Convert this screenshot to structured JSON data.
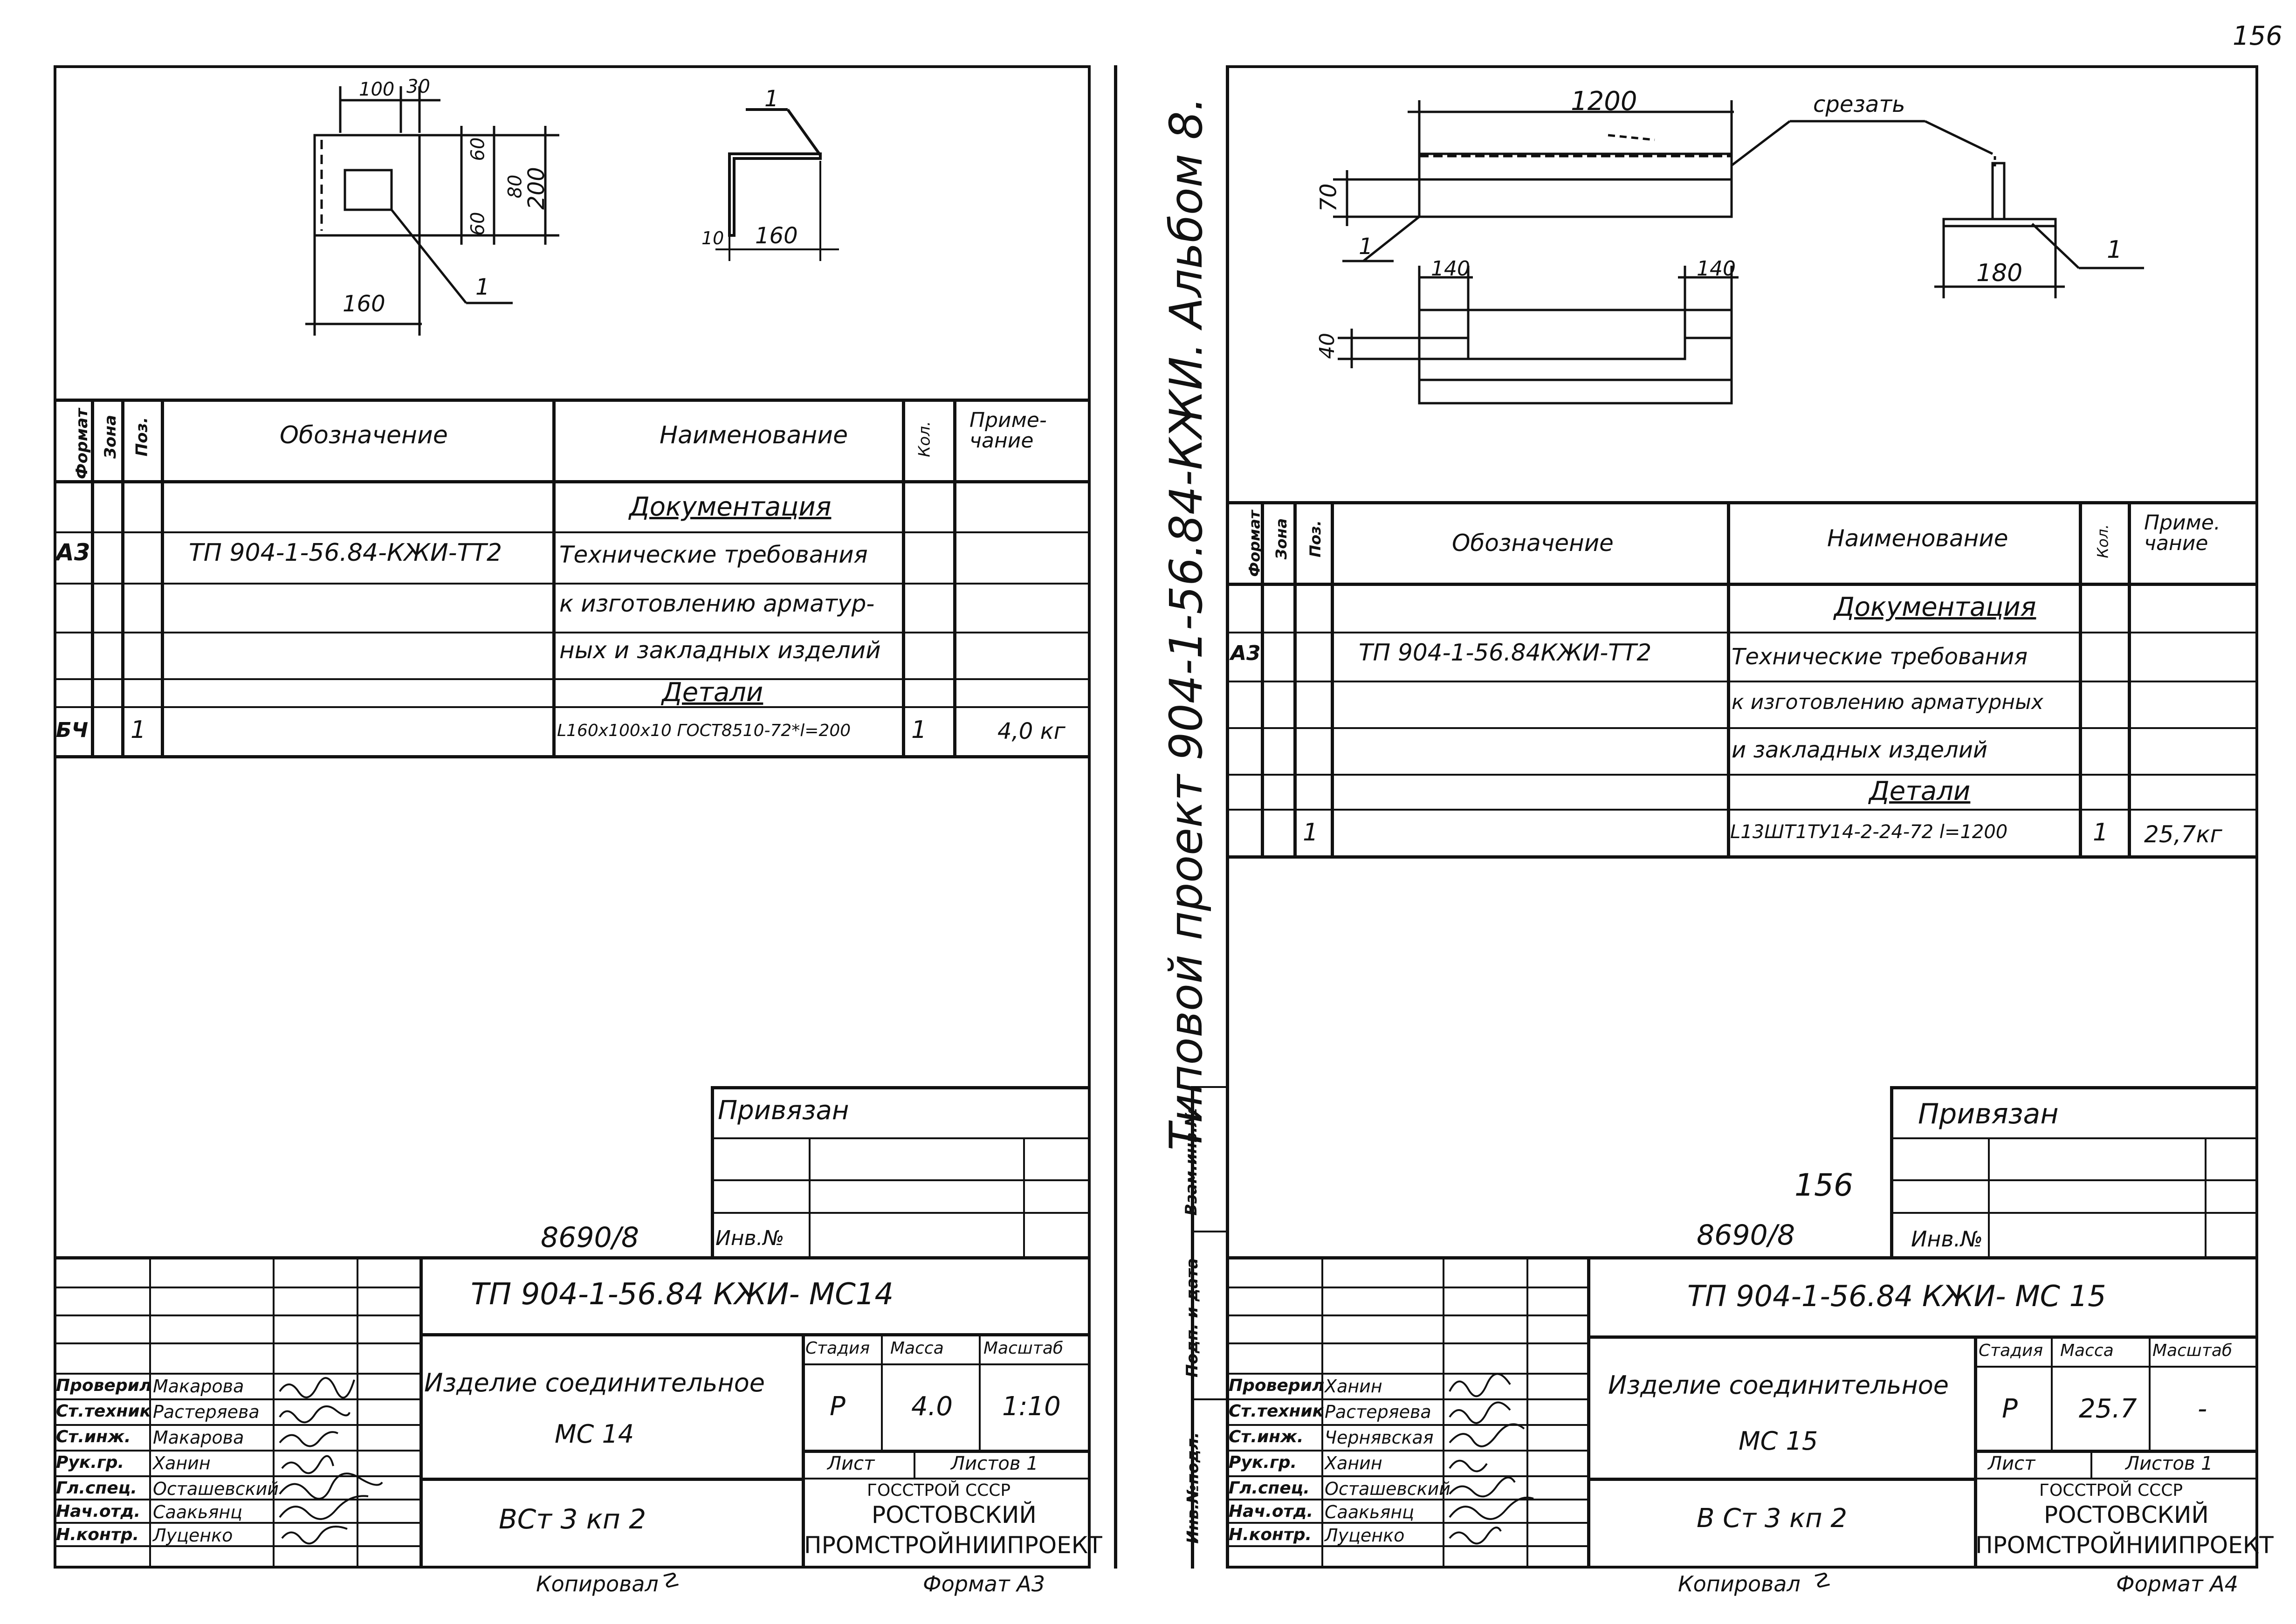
{
  "page_number": "156",
  "left": {
    "drawing": {
      "dim_100": "100",
      "dim_30": "30",
      "dim_60a": "60",
      "dim_80": "80",
      "dim_60b": "60",
      "dim_200": "200",
      "dim_160": "160",
      "callout_1a": "1",
      "callout_1b": "1",
      "dim_10": "10",
      "dim_160b": "160"
    },
    "spec": {
      "headers": {
        "format": "Формат",
        "zone": "Зона",
        "pos": "Поз.",
        "designation": "Обозначение",
        "name": "Наименование",
        "qty": "Кол.",
        "note": "Приме-\nчание"
      },
      "section_doc": "Документация",
      "row1_format": "А3",
      "row1_designation": "ТП 904-1-56.84-КЖИ-ТТ2",
      "row1_name_1": "Технические требования",
      "row1_name_2": "к изготовлению арматур-",
      "row1_name_3": "ных и закладных изделий",
      "section_details": "Детали",
      "row2_format": "БЧ",
      "row2_pos": "1",
      "row2_name": "L160х100х10 ГОСТ8510-72*l=200",
      "row2_qty": "1",
      "row2_note": "4,0 кг"
    },
    "bound": {
      "label": "Привязан",
      "inv": "Инв.№"
    },
    "code_8690": "8690/8",
    "title": {
      "doc_code": "ТП 904-1-56.84 КЖИ- МС14",
      "product_1": "Изделие соединительное",
      "product_2": "МС 14",
      "stage_h": "Стадия",
      "mass_h": "Масса",
      "scale_h": "Масштаб",
      "stage": "Р",
      "mass": "4.0",
      "scale": "1:10",
      "sheet": "Лист",
      "sheets": "Листов 1",
      "material": "ВСт 3 кп 2",
      "org_1": "ГОССТРОЙ СССР",
      "org_2": "РОСТОВСКИЙ",
      "org_3": "ПРОМСТРОЙНИИПРОЕКТ",
      "roles": [
        "Проверил",
        "Ст.техник",
        "Ст.инж.",
        "Рук.гр.",
        "Гл.спец.",
        "Нач.отд.",
        "Н.контр."
      ],
      "names": [
        "Макарова",
        "Растеряева",
        "Макарова",
        "Ханин",
        "Осташевский",
        "Саакьянц",
        "Луценко"
      ]
    },
    "footer_copied": "Копировал",
    "footer_format": "Формат А3"
  },
  "center": {
    "vertical_title": "Типовой проект 904-1-56.84-КЖИ. Альбом 8.",
    "strip_1": "Взам.инв.№",
    "strip_2": "Подп. и дата",
    "strip_3": "Инв.№подл."
  },
  "right": {
    "drawing": {
      "dim_1200": "1200",
      "cut_label": "срезать",
      "dim_70": "70",
      "callout_1a": "1",
      "dim_140a": "140",
      "dim_140b": "140",
      "dim_40": "40",
      "dim_180": "180",
      "callout_1b": "1"
    },
    "spec": {
      "headers": {
        "format": "Формат",
        "zone": "Зона",
        "pos": "Поз.",
        "designation": "Обозначение",
        "name": "Наименование",
        "qty": "Кол.",
        "note": "Приме.\nчание"
      },
      "section_doc": "Документация",
      "row1_format": "А3",
      "row1_designation": "ТП 904-1-56.84КЖИ-ТТ2",
      "row1_name_1": "Технические требования",
      "row1_name_2": "к изготовлению арматурных",
      "row1_name_3": "и закладных изделий",
      "section_details": "Детали",
      "row2_pos": "1",
      "row2_name": "L13ШТ1ТУ14-2-24-72 l=1200",
      "row2_qty": "1",
      "row2_note": "25,7кг"
    },
    "bound": {
      "label": "Привязан",
      "inv": "Инв.№"
    },
    "code_156": "156",
    "code_8690": "8690/8",
    "title": {
      "doc_code": "ТП 904-1-56.84 КЖИ- МС 15",
      "product_1": "Изделие соединительное",
      "product_2": "МС 15",
      "stage_h": "Стадия",
      "mass_h": "Масса",
      "scale_h": "Масштаб",
      "stage": "Р",
      "mass": "25.7",
      "scale": "-",
      "sheet": "Лист",
      "sheets": "Листов 1",
      "material": "В Ст 3 кп 2",
      "org_1": "ГОССТРОЙ СССР",
      "org_2": "РОСТОВСКИЙ",
      "org_3": "ПРОМСТРОЙНИИПРОЕКТ",
      "roles": [
        "Проверил",
        "Ст.техник",
        "Ст.инж.",
        "Рук.гр.",
        "Гл.спец.",
        "Нач.отд.",
        "Н.контр."
      ],
      "names": [
        "Ханин",
        "Растеряева",
        "Чернявская",
        "Ханин",
        "Осташевский",
        "Саакьянц",
        "Луценко"
      ]
    },
    "footer_copied": "Копировал",
    "footer_format": "Формат А4"
  }
}
